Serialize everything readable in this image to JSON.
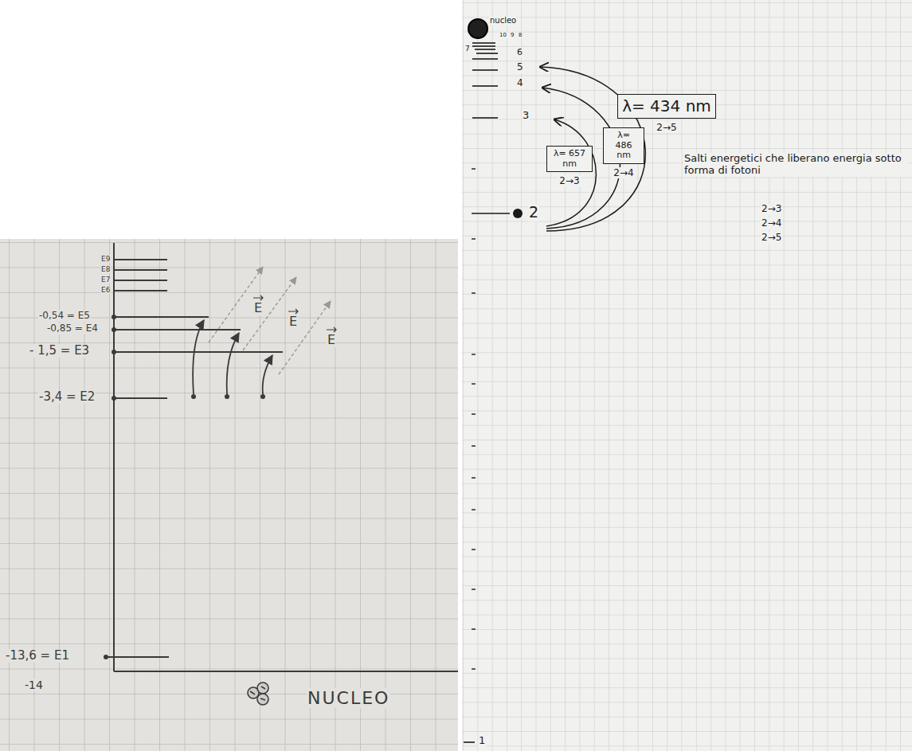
{
  "diagram": {
    "nodes": [
      {
        "text": [
          "λ= 434 nm",
          "2→5"
        ]
      },
      {
        "text": [
          "λ= 486 nm",
          "2→4"
        ]
      },
      {
        "text": [
          "λ= 657 nm",
          "2→3"
        ]
      }
    ],
    "labels": [
      "E9",
      "E8",
      "E7",
      "E6",
      "-0,54 = E5",
      "-0,85 = E4",
      "- 1,5 = E3",
      "-3,4 = E2",
      "-13,6 = E1",
      "-14",
      "E",
      "E",
      "E",
      "NUCLEO",
      "nucleo",
      "10",
      "9",
      "8",
      "7",
      "6",
      "5",
      "4",
      "3",
      "2",
      "1",
      "Salti energetici che liberano energia sotto forma di fotoni",
      "2→3",
      "2→4",
      "2→5"
    ]
  }
}
